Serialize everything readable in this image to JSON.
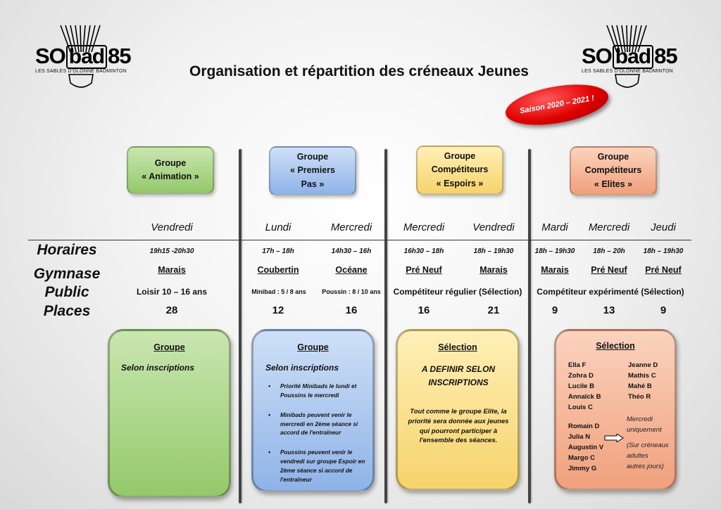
{
  "logo": {
    "so": "SO",
    "bad": "bad",
    "num": "85",
    "sub": "LES SABLES D'OLONNE BADMINTON"
  },
  "title": "Organisation et répartition des créneaux Jeunes",
  "saison": "Saison 2020 – 2021 !",
  "groups": {
    "animation": "Groupe\n« Animation »",
    "premiers_pas": "Groupe\n« Premiers\nPas »",
    "espoirs": "Groupe\nCompétiteurs\n« Espoirs »",
    "elites": "Groupe\nCompétiteurs\n« Elites »"
  },
  "row_labels": {
    "horaires": "Horaires",
    "gymnase": "Gymnase",
    "public": "Public",
    "places": "Places"
  },
  "schedule": [
    {
      "day": "Vendredi",
      "hours": "19h15 -20h30",
      "gym": "Marais",
      "places": "28"
    },
    {
      "day": "Lundi",
      "hours": "17h – 18h",
      "gym": "Coubertin",
      "places": "12"
    },
    {
      "day": "Mercredi",
      "hours": "14h30 – 16h",
      "gym": "Océane",
      "places": "16"
    },
    {
      "day": "Mercredi",
      "hours": "16h30 – 18h",
      "gym": "Pré Neuf",
      "places": "16"
    },
    {
      "day": "Vendredi",
      "hours": "18h – 19h30",
      "gym": "Marais",
      "places": "21"
    },
    {
      "day": "Mardi",
      "hours": "18h – 19h30",
      "gym": "Marais",
      "places": "9"
    },
    {
      "day": "Mercredi",
      "hours": "18h – 20h",
      "gym": "Pré Neuf",
      "places": "13"
    },
    {
      "day": "Jeudi",
      "hours": "18h – 19h30",
      "gym": "Pré Neuf",
      "places": "9"
    }
  ],
  "public": {
    "animation": "Loisir 10 – 16 ans",
    "minibad": "Minibad : 5 / 8 ans",
    "poussin": "Poussin : 8 / 10 ans",
    "espoirs": "Compétiteur régulier (Sélection)",
    "elites": "Compétiteur expérimenté (Sélection)"
  },
  "boxes": {
    "animation": {
      "head": "Groupe",
      "sub": "Selon inscriptions"
    },
    "premiers_pas": {
      "head": "Groupe",
      "sub": "Selon inscriptions",
      "bullets": [
        "Priorité Minibads le lundi et Poussins le mercredi",
        "Minibads peuvent venir le mercredi en 2ème séance si accord de l'entraîneur",
        "Poussins peuvent venir le vendredi sur groupe Espoir en 2ème séance si accord de l'entraîneur"
      ]
    },
    "espoirs": {
      "head": "Sélection",
      "sub": "A DEFINIR SELON INSCRIPTIONS",
      "text": "Tout comme le groupe Elite, la priorité sera donnée aux jeunes qui pourront participer à l'ensemble des séances."
    },
    "elites": {
      "head": "Sélection",
      "names_left": "Ella F\nZohra D\nLucile B\nAnnaïck B\nLouis C",
      "names_right": "Jeanne D\nMathis C\nMahé B\nThéo R",
      "names_bottom": "Romain D\nJulia N\nAugustin V\nMargo C\nJimmy G",
      "note_top": "Mercredi\nuniquement",
      "note_bottom": "(Sur créneaux\nadultes\nautres jours)"
    }
  }
}
